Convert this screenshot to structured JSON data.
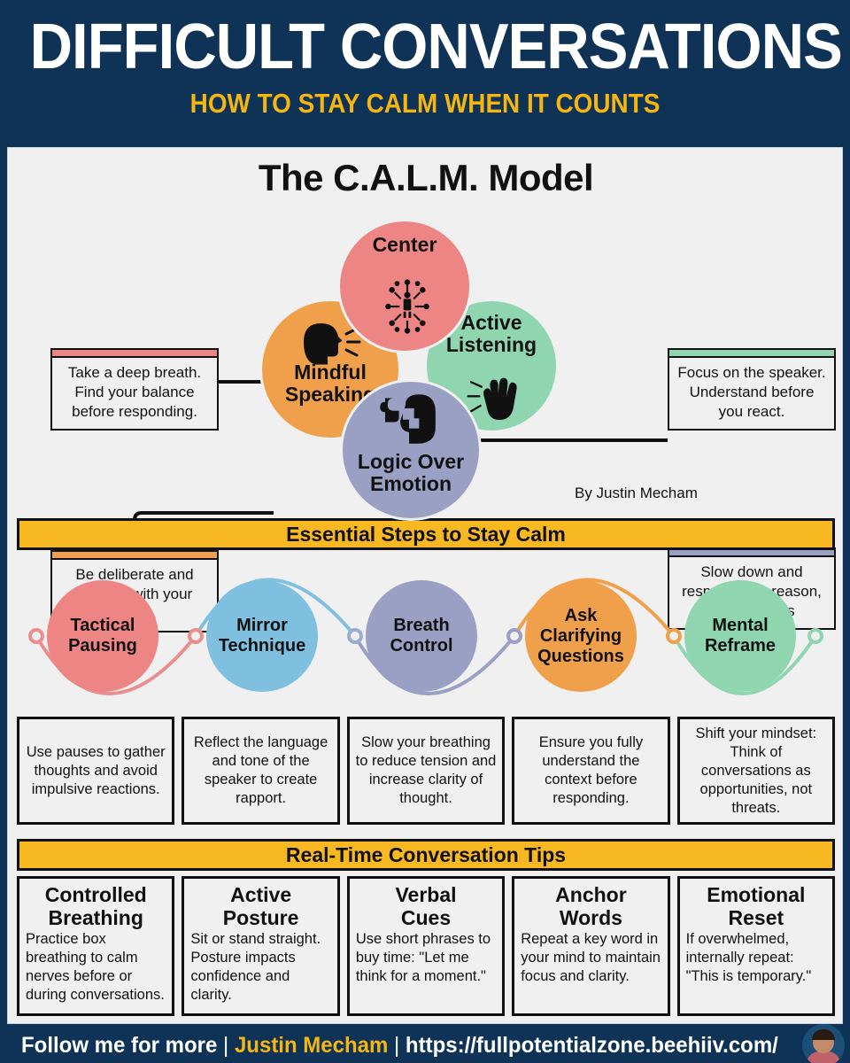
{
  "header": {
    "title": "DIFFICULT CONVERSATIONS",
    "subtitle": "HOW TO STAY CALM WHEN IT COUNTS"
  },
  "calm": {
    "section_title": "The C.A.L.M. Model",
    "byline": "By Justin Mecham",
    "circles": [
      {
        "label": "Center",
        "icon": "radiating-person-icon",
        "color": "#ee8585"
      },
      {
        "label": "Active\nListening",
        "icon": "listening-hand-icon",
        "color": "#8fd6b0"
      },
      {
        "label": "Mindful\nSpeaking",
        "icon": "speaking-head-icon",
        "color": "#f0a04b"
      },
      {
        "label": "Logic Over\nEmotion",
        "icon": "head-puzzle-icon",
        "color": "#9a9fc4"
      }
    ],
    "center_label": "Center",
    "listening_label_1": "Active",
    "listening_label_2": "Listening",
    "mindful_label_1": "Mindful",
    "mindful_label_2": "Speaking",
    "logic_label_1": "Logic Over",
    "logic_label_2": "Emotion",
    "callouts": {
      "center": "Take a deep breath. Find your balance before responding.",
      "listening": "Focus on the speaker. Understand before you react.",
      "mindful": "Be deliberate and concise with your words.",
      "logic": "Slow down and respond with reason, not reactions"
    }
  },
  "steps_section": {
    "banner": "Essential Steps to Stay Calm",
    "steps": [
      {
        "title_1": "Tactical",
        "title_2": "Pausing",
        "color": "#ee8585",
        "desc": "Use pauses to gather thoughts and avoid impulsive reactions."
      },
      {
        "title_1": "Mirror",
        "title_2": "Technique",
        "color": "#7fbfe0",
        "desc": "Reflect the language and tone of the speaker to create rapport."
      },
      {
        "title_1": "Breath",
        "title_2": "Control",
        "color": "#9a9fc4",
        "desc": "Slow your breathing to reduce tension and increase clarity of thought."
      },
      {
        "title_1": "Ask",
        "title_2": "Clarifying",
        "title_3": "Questions",
        "color": "#f0a04b",
        "desc": "Ensure you fully understand the context before responding."
      },
      {
        "title_1": "Mental",
        "title_2": "Reframe",
        "color": "#8fd6b0",
        "desc": "Shift your mindset: Think of conversations as opportunities, not threats."
      }
    ]
  },
  "tips_section": {
    "banner": "Real-Time Conversation Tips",
    "tips": [
      {
        "title_1": "Controlled",
        "title_2": "Breathing",
        "text": "Practice box breathing to calm nerves before or during conversations."
      },
      {
        "title_1": "Active",
        "title_2": "Posture",
        "text": "Sit or stand straight. Posture impacts confidence and clarity."
      },
      {
        "title_1": "Verbal",
        "title_2": "Cues",
        "text": "Use short phrases to buy time: \"Let me think for a moment.\""
      },
      {
        "title_1": "Anchor",
        "title_2": "Words",
        "text": "Repeat a key word in your mind to maintain focus and clarity."
      },
      {
        "title_1": "Emotional",
        "title_2": "Reset",
        "text": "If overwhelmed, internally repeat: \"This is temporary.\""
      }
    ]
  },
  "footer": {
    "follow": "Follow me for more",
    "sep1": "|",
    "name": "Justin Mecham",
    "sep2": "|",
    "url": "https://fullpotentialzone.beehiiv.com/"
  },
  "colors": {
    "navy": "#0f3356",
    "yellow": "#f8b822",
    "gold": "#f5b612",
    "panel": "#f0f0f0",
    "red": "#ee8585",
    "green": "#8fd6b0",
    "orange": "#f0a04b",
    "purple": "#9a9fc4",
    "blue": "#7fbfe0"
  }
}
